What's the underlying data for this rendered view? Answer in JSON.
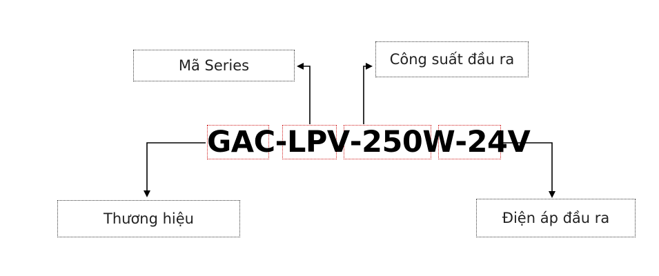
{
  "code": {
    "brand": "GAC",
    "series": "LPV",
    "power": "250W",
    "voltage": "24V",
    "separator": "-"
  },
  "labels": {
    "series": "Mã Series",
    "power": "Công suất đầu ra",
    "brand": "Thương hiệu",
    "voltage": "Điện áp đầu ra"
  },
  "colors": {
    "segment_border": "#d01818",
    "label_border": "#333333",
    "line": "#000000",
    "text": "#000000"
  }
}
